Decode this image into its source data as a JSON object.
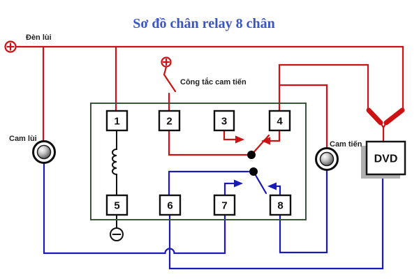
{
  "title": "Sơ đồ chân relay 8 chân",
  "relay": {
    "pins": [
      "1",
      "2",
      "3",
      "4",
      "5",
      "6",
      "7",
      "8"
    ]
  },
  "labels": {
    "reverse_light": "Đèn lùi",
    "reverse_camera": "Cam lùi",
    "forward_camera_switch": "Công tắc cam tiến",
    "forward_camera": "Cam tiến",
    "dvd": "DVD"
  },
  "icons": {
    "plus_terminal": "+",
    "minus_terminal": "−",
    "camera_connector": "metal-socket",
    "wire_splice": "bullet-connector-pair",
    "junction_dot": "●"
  },
  "colors": {
    "title": "#3a55c4",
    "wire_red": "#cc1212",
    "wire_blue": "#1a1ab8",
    "relay_outline": "#365636",
    "label_text": "#222222",
    "dvd_shadow": "#b0b0b0"
  }
}
